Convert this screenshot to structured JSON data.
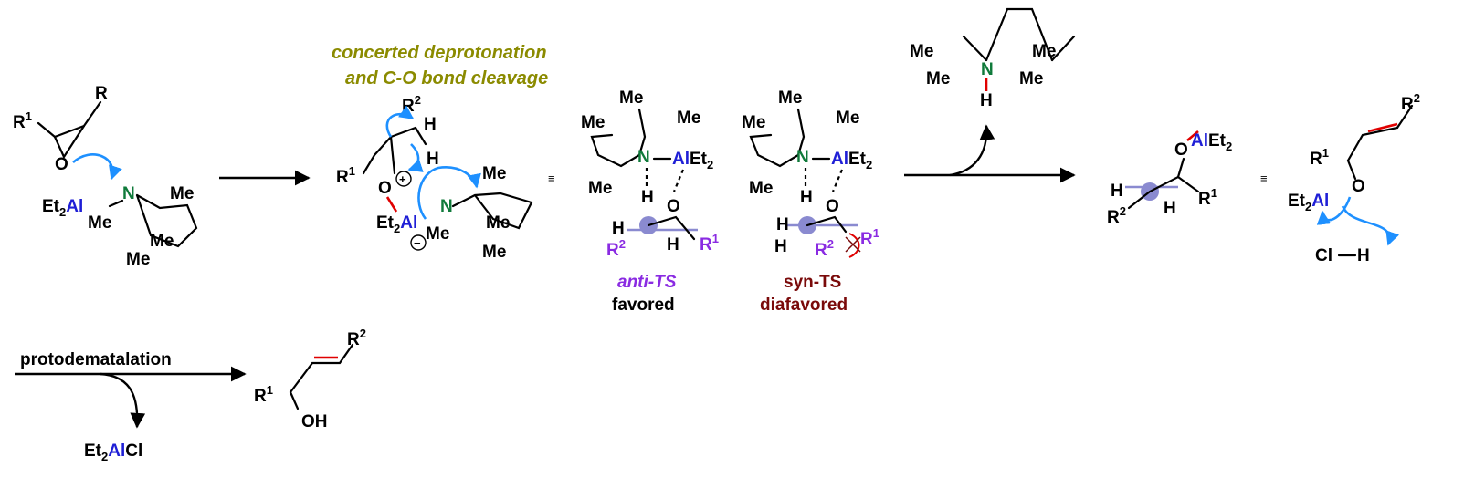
{
  "labels": {
    "concerted_line1": "concerted deprotonation",
    "concerted_line2": "and C-O bond cleavage",
    "anti_ts": "anti-TS",
    "favored": "favored",
    "syn_ts": "syn-TS",
    "disfavored": "diafavored",
    "protodematalation": "protodematalation",
    "equiv": "≡"
  },
  "atoms": {
    "R": "R",
    "R1": "R",
    "R2": "R",
    "sup1": "1",
    "sup2": "2",
    "O": "O",
    "N": "N",
    "H": "H",
    "Me": "Me",
    "Et": "Et",
    "Et2sub": "2",
    "Al": "Al",
    "AlEt": "AlEt",
    "Cl": "Cl",
    "OH": "OH",
    "plus": "+",
    "minus": "−"
  },
  "colors": {
    "aluminum": "#1f1fd6",
    "nitrogen": "#0f7a3a",
    "curved_arrow": "#1e90ff",
    "new_bond": "#e00000",
    "anti_ts_label": "#8a2be2",
    "syn_ts_label": "#7a0a0a",
    "concerted_label": "#8b8b00",
    "stereocenter_fill": "#8a8ad0"
  }
}
